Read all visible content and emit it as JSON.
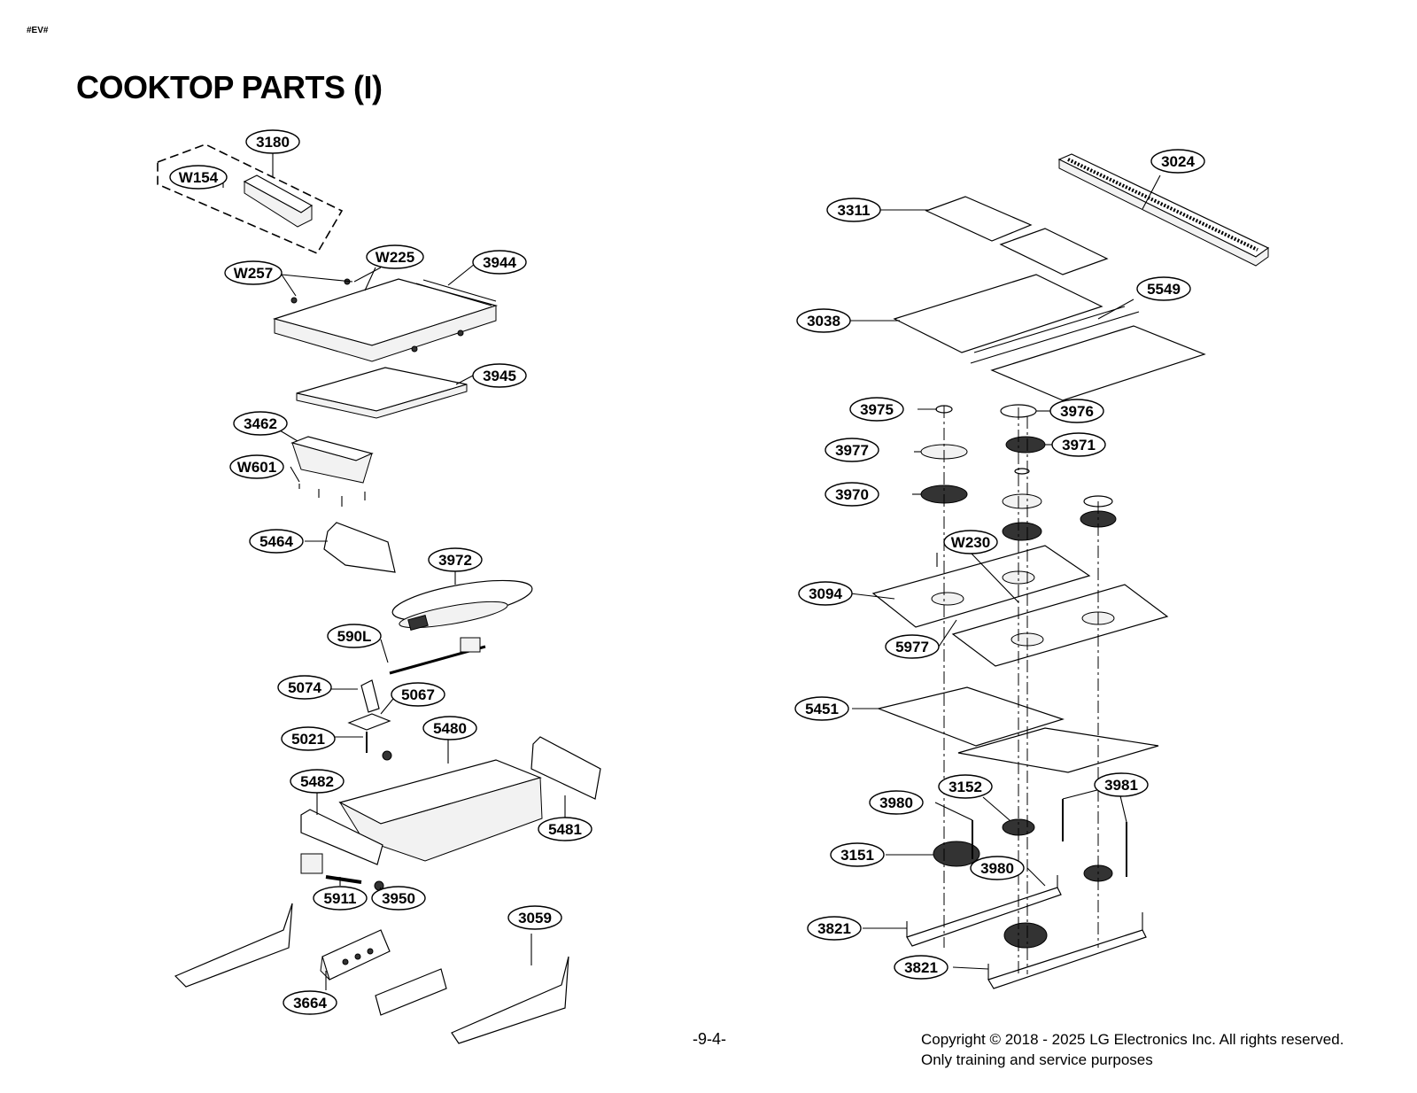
{
  "header": {
    "doc_tag": "#EV#",
    "title": "COOKTOP PARTS (I)"
  },
  "callouts": [
    "3180",
    "W154",
    "W225",
    "W257",
    "3944",
    "3945",
    "3462",
    "W601",
    "5464",
    "3972",
    "590L",
    "5074",
    "5067",
    "5021",
    "5480",
    "5482",
    "5481",
    "5911",
    "3950",
    "3059",
    "3664",
    "3024",
    "3311",
    "3038",
    "5549",
    "3975",
    "3976",
    "3977",
    "3971",
    "3970",
    "W230",
    "3094",
    "5977",
    "5451",
    "3152",
    "3981",
    "3980",
    "3151",
    "3980",
    "3821",
    "3821"
  ],
  "footer": {
    "page_number": "-9-4-",
    "copyright_line1": "Copyright © 2018 - 2025 LG Electronics Inc. All rights reserved.",
    "copyright_line2": "Only training and service purposes"
  }
}
